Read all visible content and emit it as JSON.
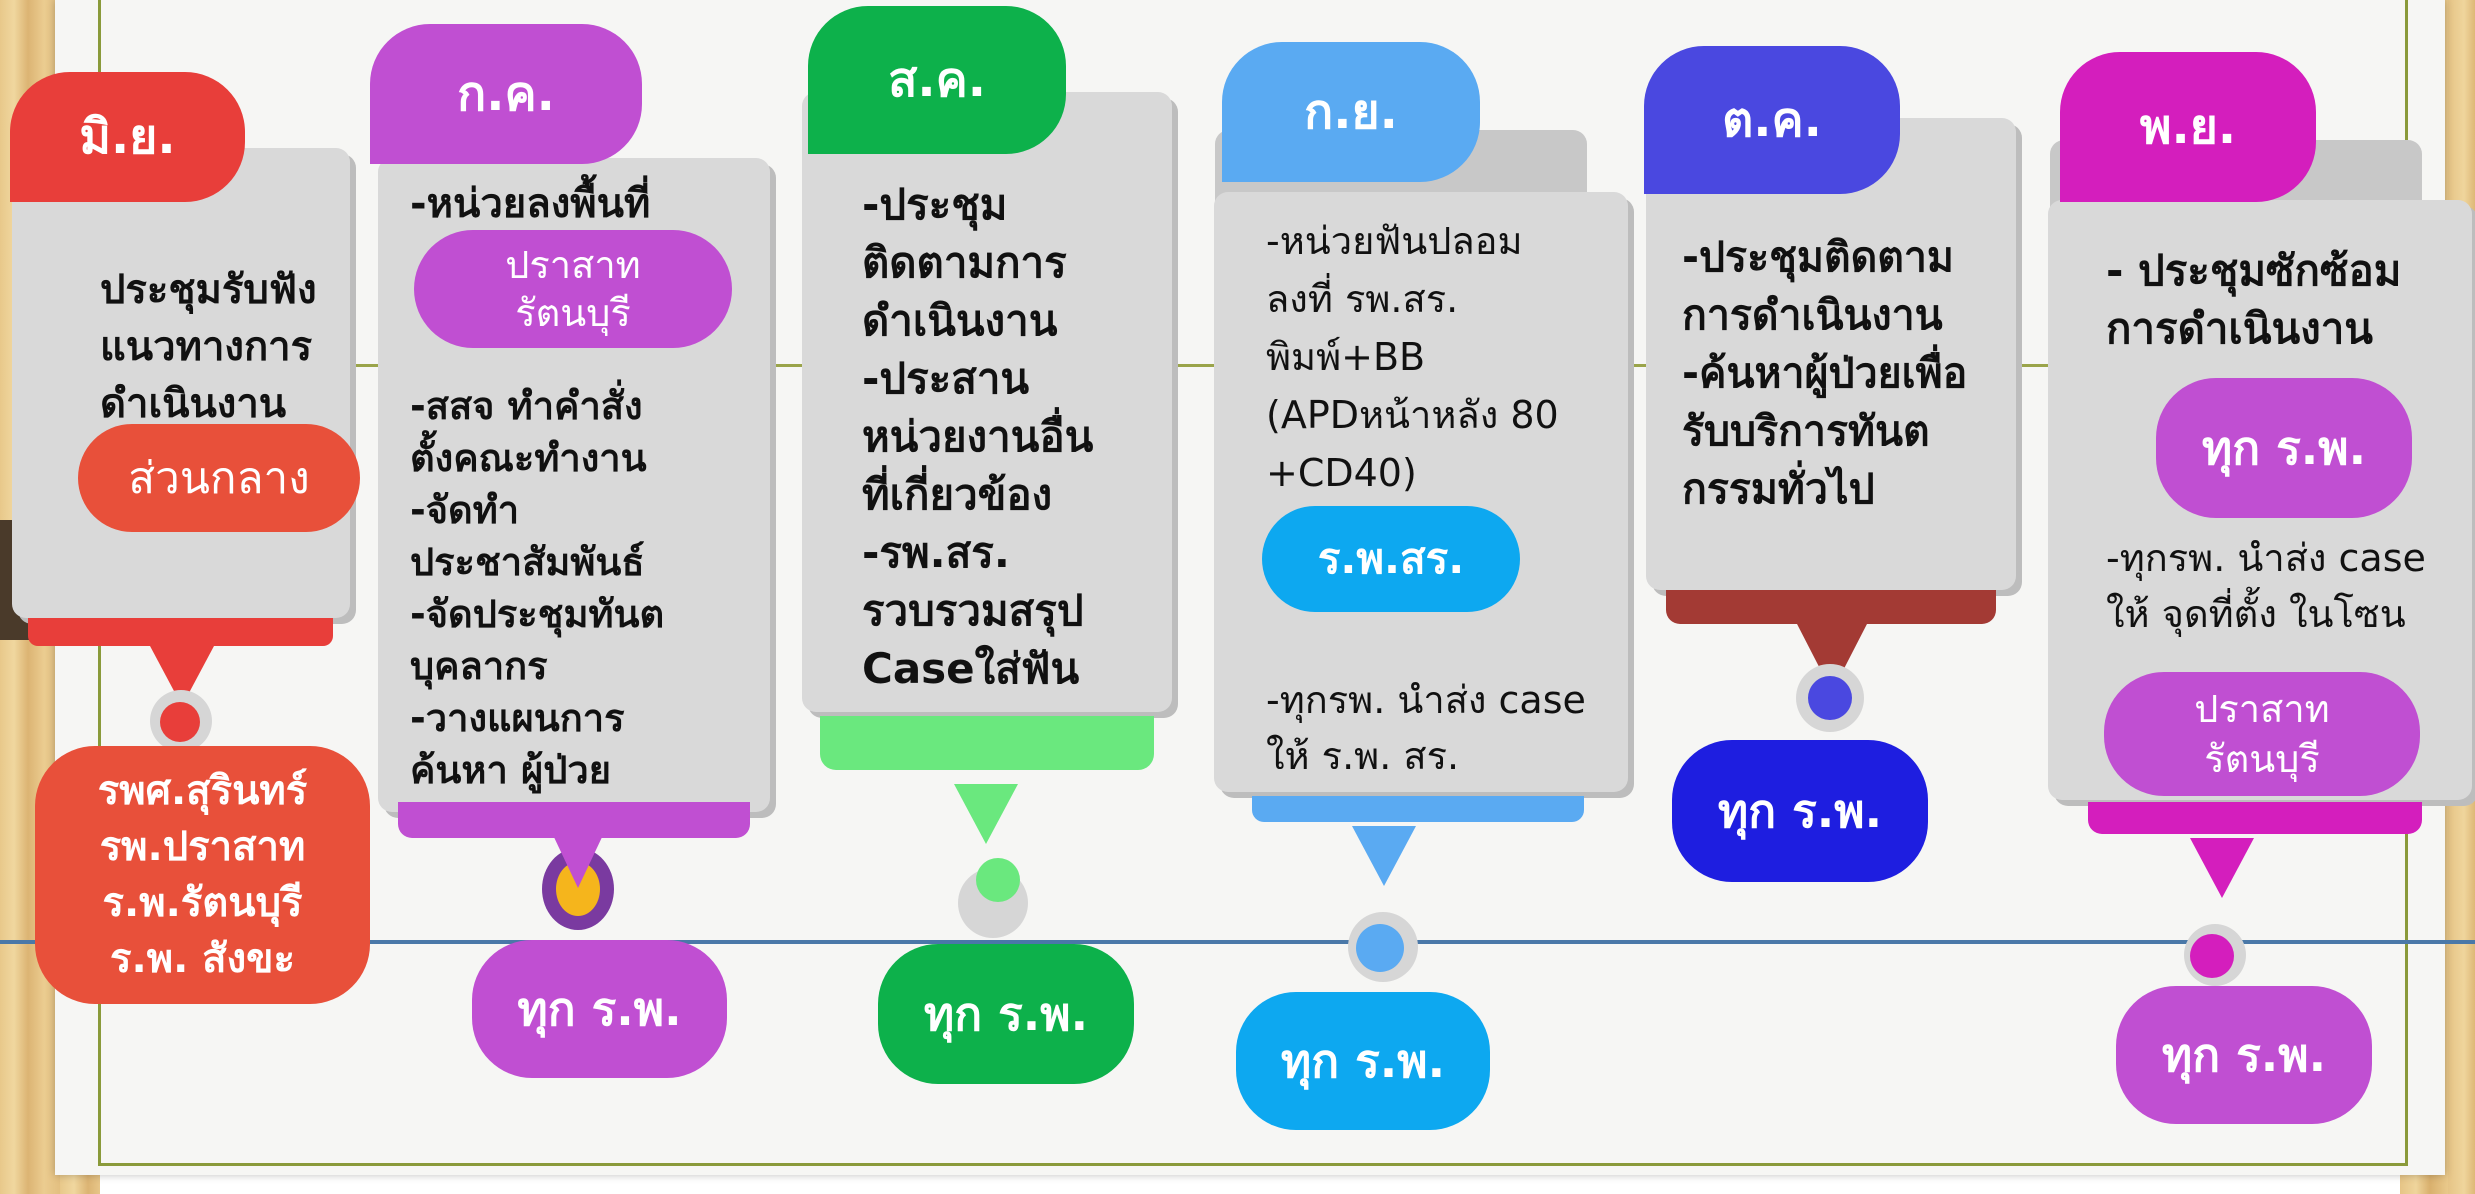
{
  "colors": {
    "red": "#e83e3a",
    "purple": "#c04fd2",
    "green": "#0db14b",
    "lightblue": "#5aaaf2",
    "royal": "#4a48e0",
    "magenta": "#d41ebd",
    "cyan": "#0da8f0",
    "orange_red": "#e8503a",
    "navy": "#1e1ee0"
  },
  "columns": [
    {
      "month": "มิ.ย.",
      "body": "ประชุมรับฟัง\nแนวทางการ\nดำเนินงาน",
      "pill_top": "ส่วนกลาง",
      "bottom": "รพศ.สุรินทร์\nรพ.ปราสาท\nร.พ.รัตนบุรี\nร.พ. สังขะ"
    },
    {
      "month": "ก.ค.",
      "body_top": "-หน่วยลงพื้นที่",
      "pill_top": "ปราสาท\nรัตนบุรี",
      "body": "-สสจ ทำคำสั่ง\nตั้งคณะทำงาน\n-จัดทำ\nประชาสัมพันธ์\n-จัดประชุมทันต\nบุคลากร\n-วางแผนการ\nค้นหา ผู้ป่วย",
      "bottom": "ทุก ร.พ."
    },
    {
      "month": "ส.ค.",
      "body": "-ประชุม\nติดตามการ\nดำเนินงาน\n-ประสาน\nหน่วยงานอื่น\nที่เกี่ยวข้อง\n-รพ.สร.\nรวบรวมสรุป\nCaseใส่ฟัน",
      "bottom": "ทุก ร.พ."
    },
    {
      "month": "ก.ย.",
      "body": "-หน่วยฟันปลอม\nลงที่ รพ.สร.\nพิมพ์+BB\n(APDหน้าหลัง 80\n+CD40)",
      "pill_top": "ร.พ.สร.",
      "body_bottom": "-ทุกรพ. นำส่ง case\nให้ ร.พ. สร.",
      "bottom": "ทุก ร.พ."
    },
    {
      "month": "ต.ค.",
      "body": "-ประชุมติดตาม\nการดำเนินงาน\n-ค้นหาผู้ป่วยเพื่อ\nรับบริการทันต\nกรรมทั่วไป",
      "bottom": "ทุก ร.พ."
    },
    {
      "month": "พ.ย.",
      "body": "-   ประชุมซักซ้อม\n     การดำเนินงาน",
      "pill_top": "ทุก ร.พ.",
      "body_bottom": "-ทุกรพ. นำส่ง case\nให้ จุดที่ตั้ง ในโซน",
      "pill_mid": "ปราสาท\nรัตนบุรี",
      "bottom": "ทุก ร.พ."
    }
  ]
}
